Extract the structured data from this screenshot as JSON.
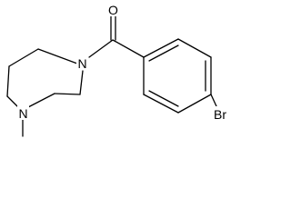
{
  "molecule": {
    "atoms": {
      "oxygen": "O",
      "amide_nitrogen": "N",
      "methyl_nitrogen": "N",
      "bromine": "Br"
    },
    "colors": {
      "bond": "#000000",
      "label": "#000000",
      "background": "#ffffff"
    }
  }
}
